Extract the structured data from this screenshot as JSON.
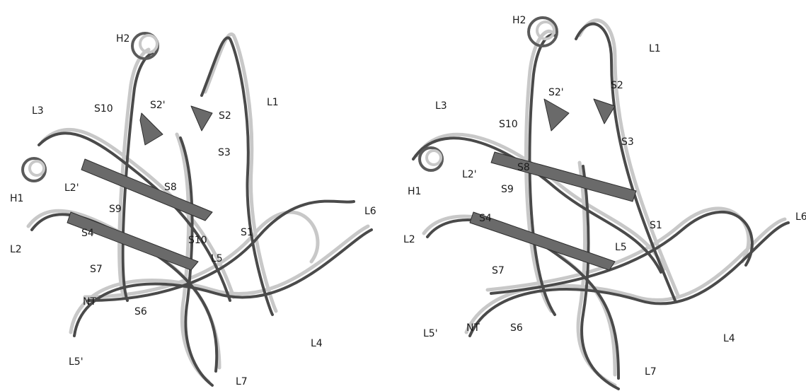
{
  "panels": {
    "left": {
      "labels": {
        "H2": "H2",
        "L1": "L1",
        "S10_top": "S10",
        "S2p": "S2'",
        "S2": "S2",
        "L3": "L3",
        "S3": "S3",
        "H1": "H1",
        "L2p": "L2'",
        "S8": "S8",
        "S9": "S9",
        "L6": "L6",
        "L2": "L2",
        "S4": "S4",
        "S1": "S1",
        "S10_mid": "S10",
        "L5": "L5",
        "S7": "S7",
        "NT": "NT",
        "S6": "S6",
        "L4": "L4",
        "L5p": "L5'",
        "L7": "L7"
      }
    },
    "right": {
      "labels": {
        "H2": "H2",
        "L1": "L1",
        "S2p": "S2'",
        "S2": "S2",
        "L3": "L3",
        "S10": "S10",
        "S3": "S3",
        "S8": "S8",
        "L2p": "L2'",
        "H1": "H1",
        "S9": "S9",
        "L6": "L6",
        "L2": "L2",
        "S4": "S4",
        "S1": "S1",
        "L5": "L5",
        "S7": "S7",
        "L5p": "L5'",
        "NT": "NT",
        "S6": "S6",
        "L4": "L4",
        "L7": "L7"
      }
    }
  },
  "colors": {
    "ribbon_dark": "#4a4a4a",
    "ribbon_mid": "#8a8a8a",
    "ribbon_light": "#c8c8c8",
    "outline": "#2e2e2e"
  }
}
